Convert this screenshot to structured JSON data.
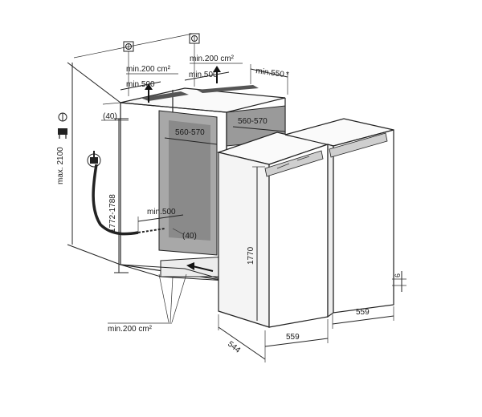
{
  "labels": {
    "max_height": "max. 2100",
    "niche_height": "1772-1788",
    "vent_top_left": "min.200 cm²",
    "vent_top_right": "min.200 cm²",
    "depth_top_left": "min.500",
    "depth_top_right": "min.500",
    "niche_depth": "min.550",
    "asterisk": "*",
    "offset_top": "(40)",
    "width_left": "560-570",
    "width_right": "560-570",
    "depth_bottom": "min.500",
    "offset_bottom": "(40)",
    "vent_bottom": "min.200 cm²",
    "appliance_height": "1770",
    "appliance_depth": "544",
    "appliance_width_left": "559",
    "appliance_width_right": "559",
    "gap": "6"
  },
  "icons": [
    "ground-symbol-icon",
    "ground-symbol-icon",
    "power-plug-icon",
    "water-tap-icon",
    "airflow-arrow-icon"
  ],
  "colors": {
    "line": "#222222",
    "niche_shade": "#a8a8a8",
    "niche_dark": "#7a7a7a",
    "panel": "#f4f4f4",
    "handle": "#cfcfcf"
  }
}
